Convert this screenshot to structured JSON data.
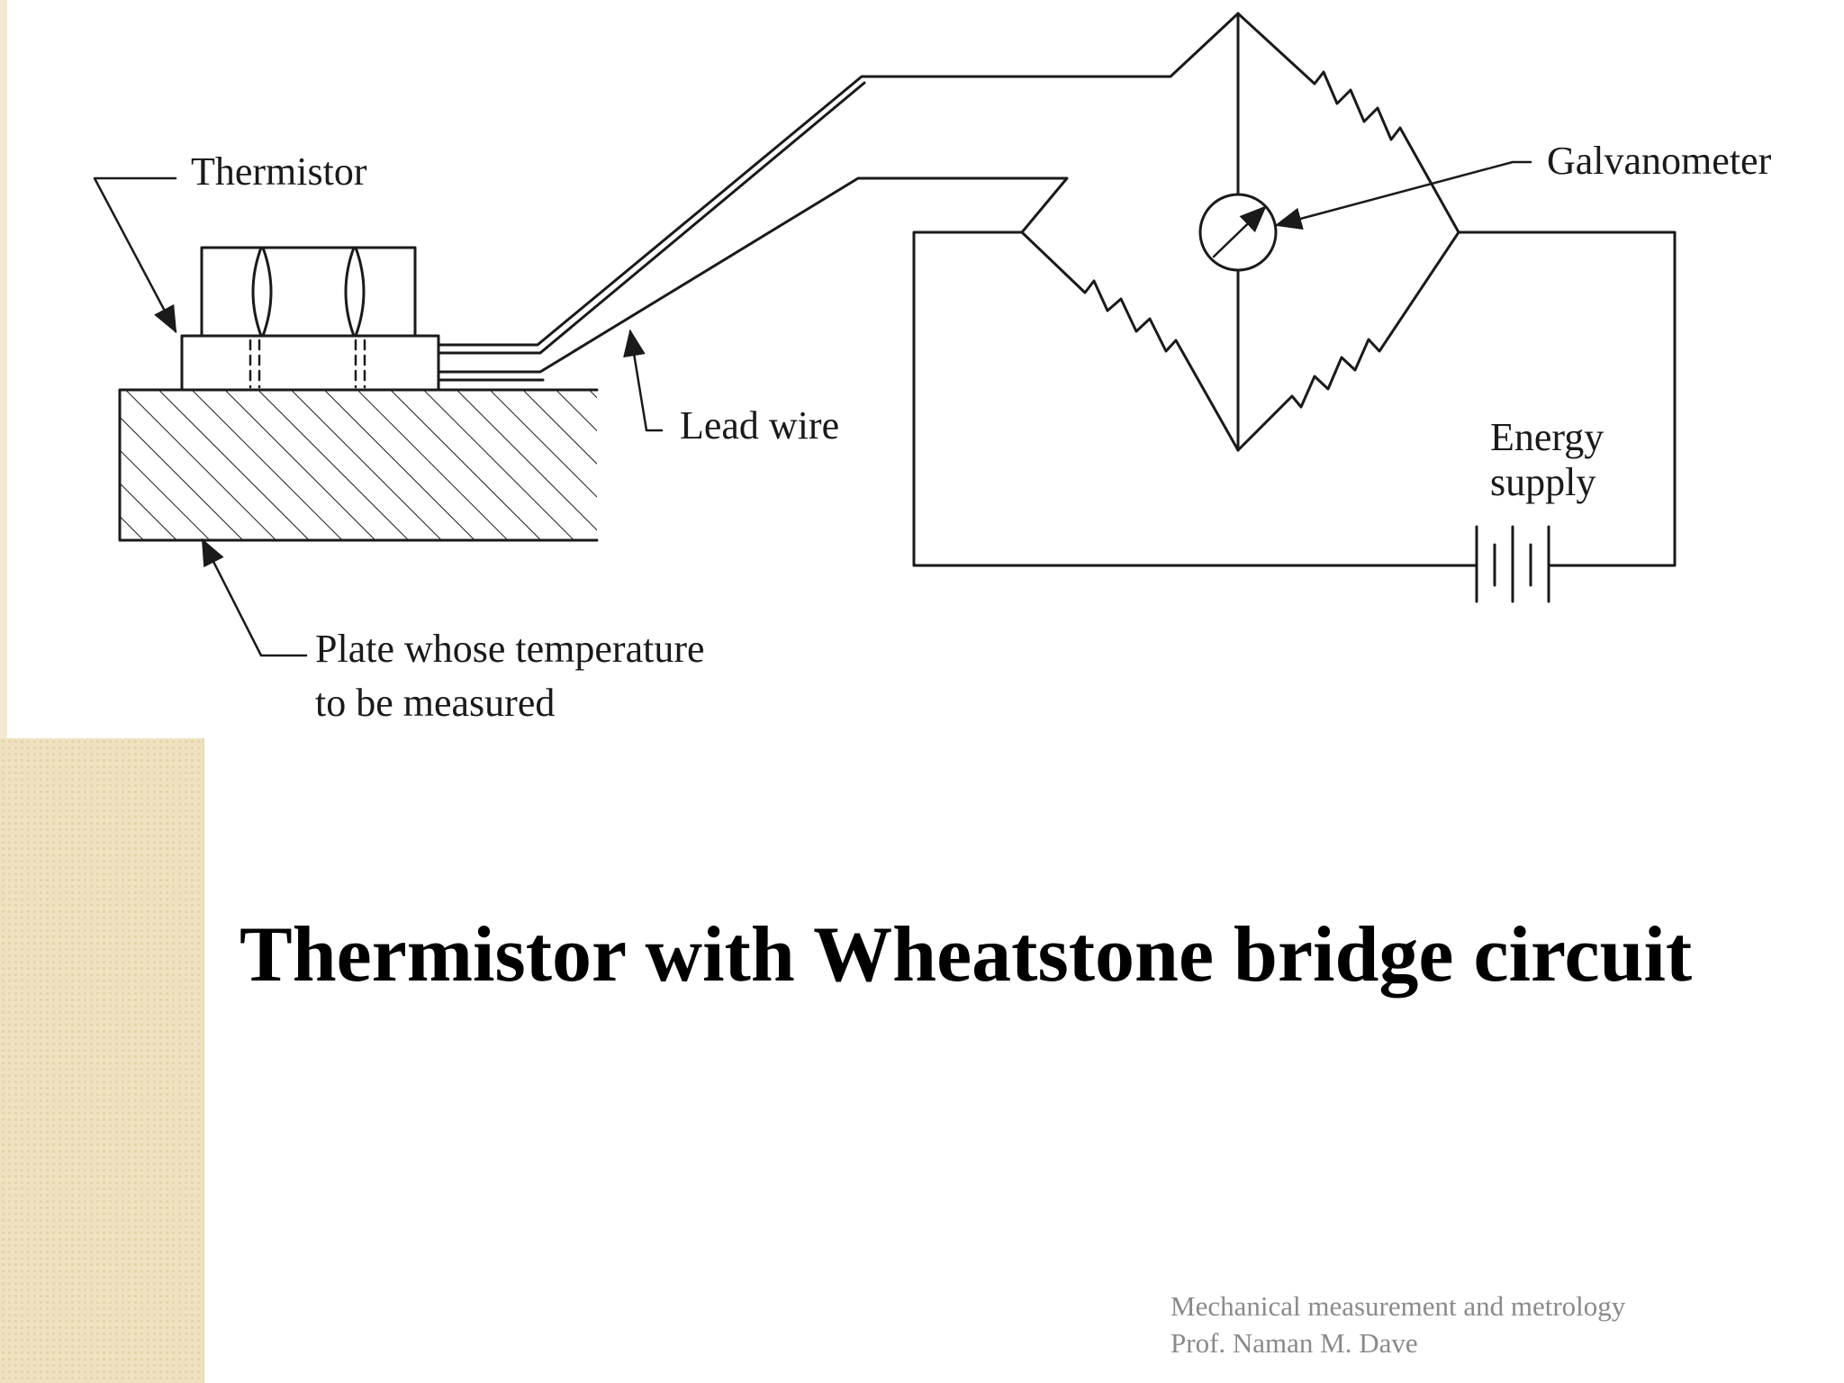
{
  "labels": {
    "thermistor": "Thermistor",
    "galvanometer": "Galvanometer",
    "lead_wire": "Lead wire",
    "energy_supply_line1": "Energy",
    "energy_supply_line2": "supply",
    "plate_line1": "Plate whose temperature",
    "plate_line2": "to be measured"
  },
  "title": "Thermistor with Wheatstone bridge circuit",
  "footer": {
    "course": "Mechanical measurement and metrology",
    "author": "Prof. Naman M. Dave"
  },
  "colors": {
    "line": "#1a1a1a",
    "sidebar": "#efe2c0",
    "footer_text": "#8a8a8a"
  }
}
